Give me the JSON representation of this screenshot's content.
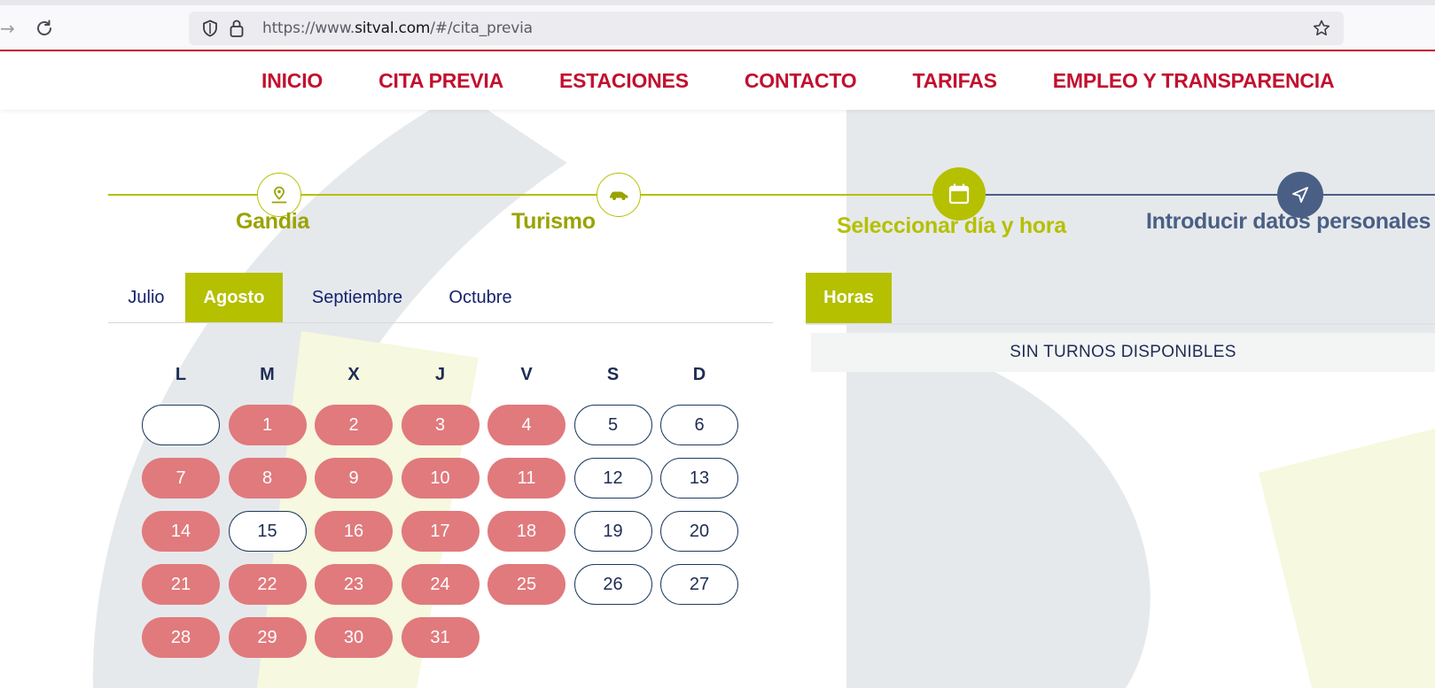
{
  "browser": {
    "url_prefix": "https://www.",
    "url_domain": "sitval.com",
    "url_path": "/#/cita_previa"
  },
  "menu": [
    {
      "label": "INICIO"
    },
    {
      "label": "CITA PREVIA"
    },
    {
      "label": "ESTACIONES"
    },
    {
      "label": "CONTACTO"
    },
    {
      "label": "TARIFAS"
    },
    {
      "label": "EMPLEO Y TRANSPARENCIA"
    }
  ],
  "steps": [
    {
      "label": "Gandia",
      "icon": "location-pin-icon",
      "state": "done",
      "color": "#9aa300"
    },
    {
      "label": "Turismo",
      "icon": "car-icon",
      "state": "done",
      "color": "#9aa300"
    },
    {
      "label": "Seleccionar día y hora",
      "icon": "calendar-icon",
      "state": "active",
      "color": "#b5c000"
    },
    {
      "label": "Introducir datos personales",
      "icon": "navigation-arrow-icon",
      "state": "pending",
      "color": "#4a5f85"
    }
  ],
  "months": {
    "tabs": [
      "Julio",
      "Agosto",
      "Septiembre",
      "Octubre"
    ],
    "selected": "Agosto"
  },
  "calendar": {
    "weekdays": [
      "L",
      "M",
      "X",
      "J",
      "V",
      "S",
      "D"
    ],
    "first_weekday_offset": 1,
    "days_in_month": 31,
    "busy_days": [
      1,
      2,
      3,
      4,
      7,
      8,
      9,
      10,
      11,
      14,
      16,
      17,
      18,
      21,
      22,
      23,
      24,
      25,
      28,
      29,
      30,
      31
    ],
    "colors": {
      "busy": "#e07a7d",
      "free_border": "#1e3a5f"
    }
  },
  "hours": {
    "tab_label": "Horas",
    "status": "SIN TURNOS DISPONIBLES"
  },
  "colors": {
    "brand_red": "#c2102f",
    "accent_green": "#b5c000",
    "navy": "#1e2d54"
  }
}
